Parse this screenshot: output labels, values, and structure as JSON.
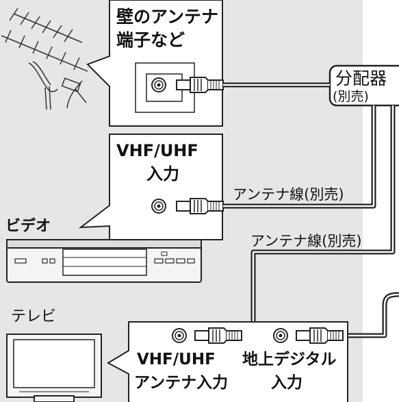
{
  "wall_box": {
    "line1": "壁のアンテナ",
    "line2": "端子など"
  },
  "splitter": {
    "name": "分配器",
    "note": "(別売)"
  },
  "vcr_box": {
    "line1": "VHF/UHF",
    "line2": "入力"
  },
  "cable_labels": {
    "upper": "アンテナ線(別売)",
    "lower": "アンテナ線(別売)"
  },
  "devices": {
    "vcr": "ビデオ",
    "tv": "テレビ"
  },
  "tv_box": {
    "vhf_line1": "VHF/UHF",
    "vhf_line2": "アンテナ入力",
    "digital_line1": "地上デジタル",
    "digital_line2": "入力"
  },
  "colors": {
    "background": "#e6e6e6",
    "line": "#222222",
    "box": "#ffffff"
  }
}
